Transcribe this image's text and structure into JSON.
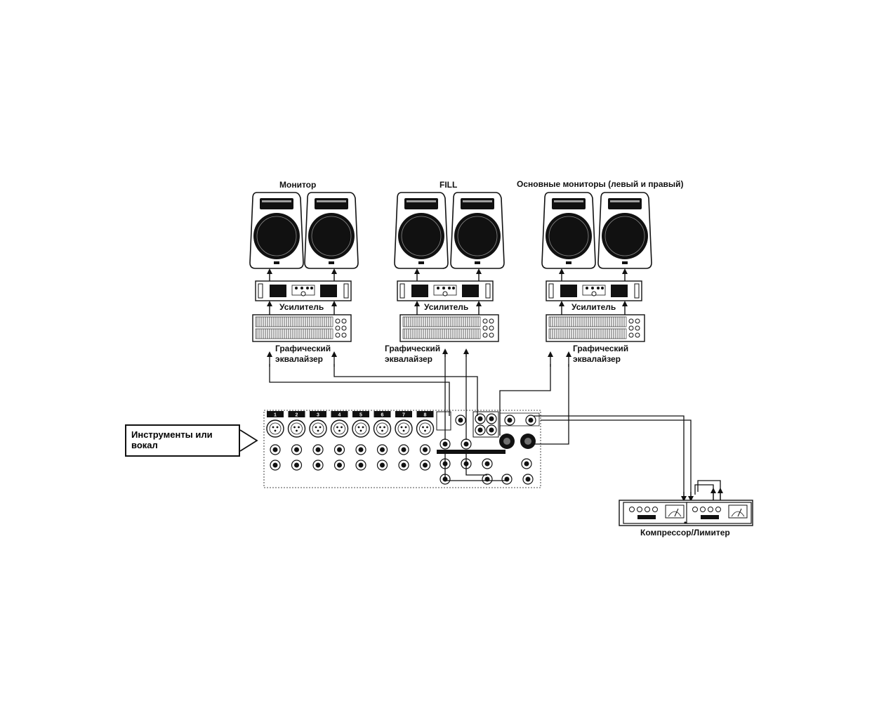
{
  "labels": {
    "monitor": "Монитор",
    "fill": "FILL",
    "main_monitors": "Основные мониторы (левый и правый)",
    "amp_1": "Усилитель",
    "amp_2": "Усилитель",
    "amp_3": "Усилитель",
    "eq_1_line1": "Графический",
    "eq_1_line2": "эквалайзер",
    "eq_2_line1": "Графический",
    "eq_2_line2": "эквалайзер",
    "eq_3_line1": "Графический",
    "eq_3_line2": "эквалайзер",
    "inputs_line1": "Инструменты или",
    "inputs_line2": "вокал",
    "compressor": "Компрессор/Лимитер"
  },
  "mixer_channels": [
    "1",
    "2",
    "3",
    "4",
    "5",
    "6",
    "7",
    "8"
  ],
  "colors": {
    "ink": "#111111",
    "panel": "#ffffff",
    "light": "#e6e6e6"
  }
}
